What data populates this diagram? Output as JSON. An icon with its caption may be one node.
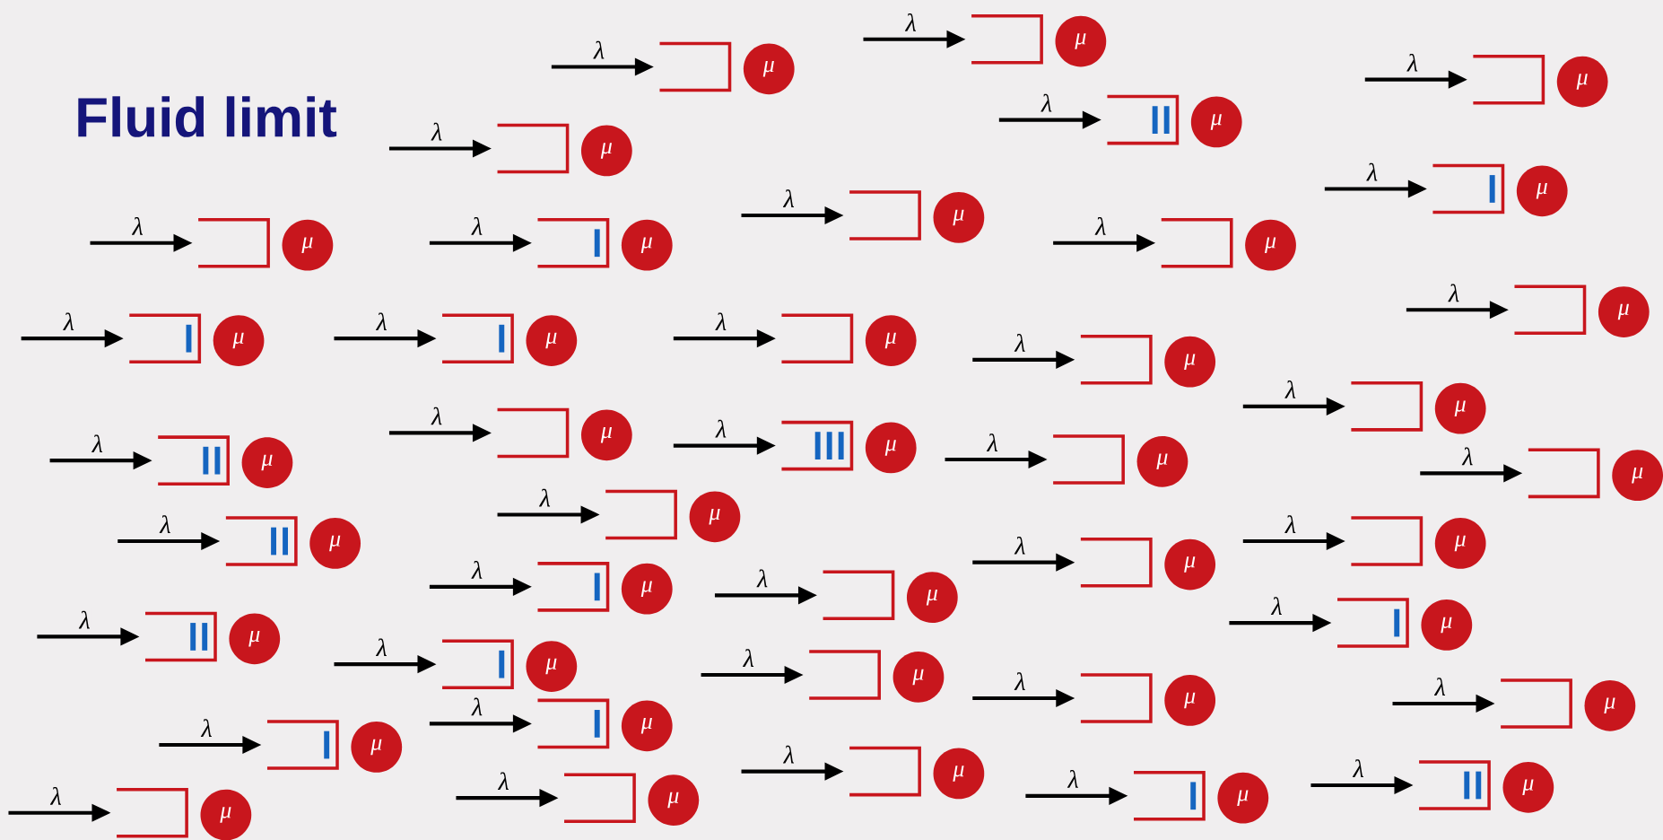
{
  "diagram": {
    "title": "Fluid limit",
    "nodes": [
      {
        "text": [],
        "shape": "box"
      },
      {
        "text": [
          "μ"
        ]
      },
      {
        "text": [],
        "shape": "box"
      },
      {
        "text": [
          "μ"
        ]
      },
      {
        "text": [],
        "shape": "box"
      },
      {
        "text": [
          "μ"
        ]
      },
      {
        "text": [],
        "shape": "box"
      },
      {
        "text": [],
        "shape": "bar",
        "in": 6
      },
      {
        "text": [],
        "shape": "bar",
        "in": 6
      },
      {
        "text": [
          "μ"
        ]
      },
      {
        "text": [],
        "shape": "box"
      },
      {
        "text": [
          "μ"
        ]
      },
      {
        "text": [],
        "shape": "box"
      },
      {
        "text": [],
        "shape": "bar",
        "in": 12
      },
      {
        "text": [
          "μ"
        ]
      },
      {
        "text": [],
        "shape": "box"
      },
      {
        "text": [
          "μ"
        ]
      },
      {
        "text": [],
        "shape": "box"
      },
      {
        "text": [
          "μ"
        ]
      },
      {
        "text": [],
        "shape": "box"
      },
      {
        "text": [],
        "shape": "bar",
        "in": 19
      },
      {
        "text": [
          "μ"
        ]
      },
      {
        "text": [],
        "shape": "box"
      },
      {
        "text": [
          "μ"
        ]
      },
      {
        "text": [],
        "shape": "box"
      },
      {
        "text": [
          "μ"
        ]
      },
      {
        "text": [],
        "shape": "box"
      },
      {
        "text": [],
        "shape": "bar",
        "in": 26
      },
      {
        "text": [
          "μ"
        ]
      },
      {
        "text": [],
        "shape": "box"
      },
      {
        "text": [],
        "shape": "bar",
        "in": 29
      },
      {
        "text": [
          "μ"
        ]
      },
      {
        "text": [],
        "shape": "box"
      },
      {
        "text": [
          "μ"
        ]
      },
      {
        "text": [],
        "shape": "box"
      },
      {
        "text": [
          "μ"
        ]
      },
      {
        "text": [],
        "shape": "box"
      },
      {
        "text": [
          "μ"
        ]
      },
      {
        "text": [],
        "shape": "box"
      },
      {
        "text": [
          "μ"
        ]
      },
      {
        "text": [],
        "shape": "box"
      },
      {
        "text": [],
        "shape": "bar",
        "in": 40
      },
      {
        "text": [],
        "shape": "bar",
        "in": 40
      },
      {
        "text": [],
        "shape": "bar",
        "in": 40
      },
      {
        "text": [
          "μ"
        ]
      },
      {
        "text": [],
        "shape": "box"
      },
      {
        "text": [
          "μ"
        ]
      },
      {
        "text": [],
        "shape": "box"
      },
      {
        "text": [],
        "shape": "bar",
        "in": 47
      },
      {
        "text": [],
        "shape": "bar",
        "in": 47
      },
      {
        "text": [
          "μ"
        ]
      },
      {
        "text": [],
        "shape": "box"
      },
      {
        "text": [
          "μ"
        ]
      },
      {
        "text": [],
        "shape": "box"
      },
      {
        "text": [
          "μ"
        ]
      },
      {
        "text": [],
        "shape": "box"
      },
      {
        "text": [],
        "shape": "bar",
        "in": 55
      },
      {
        "text": [],
        "shape": "bar",
        "in": 55
      },
      {
        "text": [
          "μ"
        ]
      },
      {
        "text": [],
        "shape": "box"
      },
      {
        "text": [
          "μ"
        ]
      },
      {
        "text": [],
        "shape": "box"
      },
      {
        "text": [
          "μ"
        ]
      },
      {
        "text": [],
        "shape": "box"
      },
      {
        "text": [],
        "shape": "bar",
        "in": 63
      },
      {
        "text": [
          "μ"
        ]
      },
      {
        "text": [],
        "shape": "box"
      },
      {
        "text": [
          "μ"
        ]
      },
      {
        "text": [],
        "shape": "box"
      },
      {
        "text": [],
        "shape": "bar",
        "in": 68
      },
      {
        "text": [
          "μ"
        ]
      },
      {
        "text": [],
        "shape": "box"
      },
      {
        "text": [],
        "shape": "bar",
        "in": 71
      },
      {
        "text": [],
        "shape": "bar",
        "in": 71
      },
      {
        "text": [
          "μ"
        ]
      },
      {
        "text": [],
        "shape": "box"
      },
      {
        "text": [],
        "shape": "bar",
        "in": 75
      },
      {
        "text": [
          "μ"
        ]
      },
      {
        "text": [],
        "shape": "box"
      },
      {
        "text": [
          "μ"
        ]
      },
      {
        "text": [],
        "shape": "box"
      },
      {
        "text": [
          "μ"
        ]
      },
      {
        "text": [],
        "shape": "box"
      },
      {
        "text": [
          "μ"
        ]
      },
      {
        "text": [],
        "shape": "box"
      },
      {
        "text": [],
        "shape": "bar",
        "in": 84
      },
      {
        "text": [
          "μ"
        ]
      },
      {
        "text": [],
        "shape": "box"
      },
      {
        "text": [],
        "shape": "bar",
        "in": 87
      },
      {
        "text": [
          "μ"
        ]
      },
      {
        "text": [],
        "shape": "box"
      },
      {
        "text": [
          "μ"
        ]
      },
      {
        "text": [],
        "shape": "box"
      },
      {
        "text": [],
        "shape": "bar",
        "in": 92
      },
      {
        "text": [],
        "shape": "bar",
        "in": 92
      },
      {
        "text": [
          "μ"
        ]
      },
      {
        "text": [],
        "shape": "box"
      },
      {
        "text": [],
        "shape": "bar",
        "in": 96
      },
      {
        "text": [
          "μ"
        ]
      },
      {
        "text": [],
        "shape": "box"
      },
      {
        "text": [
          "μ"
        ]
      },
      {
        "text": [],
        "shape": "box"
      },
      {
        "text": [
          "μ"
        ]
      }
    ],
    "edges": [
      {
        "from": null,
        "to": 0,
        "arrow": "to",
        "label": "λ"
      },
      {
        "from": null,
        "to": 2,
        "arrow": "to",
        "label": "λ"
      },
      {
        "from": null,
        "to": 4,
        "arrow": "to",
        "label": "λ"
      },
      {
        "from": null,
        "to": 6,
        "arrow": "to",
        "label": "λ"
      },
      {
        "from": null,
        "to": 10,
        "arrow": "to",
        "label": "λ"
      },
      {
        "from": null,
        "to": 12,
        "arrow": "to",
        "label": "λ"
      },
      {
        "from": null,
        "to": 15,
        "arrow": "to",
        "label": "λ"
      },
      {
        "from": null,
        "to": 17,
        "arrow": "to",
        "label": "λ"
      },
      {
        "from": null,
        "to": 19,
        "arrow": "to",
        "label": "λ"
      },
      {
        "from": null,
        "to": 22,
        "arrow": "to",
        "label": "λ"
      },
      {
        "from": null,
        "to": 24,
        "arrow": "to",
        "label": "λ"
      },
      {
        "from": null,
        "to": 26,
        "arrow": "to",
        "label": "λ"
      },
      {
        "from": null,
        "to": 29,
        "arrow": "to",
        "label": "λ"
      },
      {
        "from": null,
        "to": 32,
        "arrow": "to",
        "label": "λ"
      },
      {
        "from": null,
        "to": 34,
        "arrow": "to",
        "label": "λ"
      },
      {
        "from": null,
        "to": 36,
        "arrow": "to",
        "label": "λ"
      },
      {
        "from": null,
        "to": 38,
        "arrow": "to",
        "label": "λ"
      },
      {
        "from": null,
        "to": 40,
        "arrow": "to",
        "label": "λ"
      },
      {
        "from": null,
        "to": 45,
        "arrow": "to",
        "label": "λ"
      },
      {
        "from": null,
        "to": 47,
        "arrow": "to",
        "label": "λ"
      },
      {
        "from": null,
        "to": 51,
        "arrow": "to",
        "label": "λ"
      },
      {
        "from": null,
        "to": 53,
        "arrow": "to",
        "label": "λ"
      },
      {
        "from": null,
        "to": 55,
        "arrow": "to",
        "label": "λ"
      },
      {
        "from": null,
        "to": 59,
        "arrow": "to",
        "label": "λ"
      },
      {
        "from": null,
        "to": 61,
        "arrow": "to",
        "label": "λ"
      },
      {
        "from": null,
        "to": 63,
        "arrow": "to",
        "label": "λ"
      },
      {
        "from": null,
        "to": 66,
        "arrow": "to",
        "label": "λ"
      },
      {
        "from": null,
        "to": 68,
        "arrow": "to",
        "label": "λ"
      },
      {
        "from": null,
        "to": 71,
        "arrow": "to",
        "label": "λ"
      },
      {
        "from": null,
        "to": 75,
        "arrow": "to",
        "label": "λ"
      },
      {
        "from": null,
        "to": 78,
        "arrow": "to",
        "label": "λ"
      },
      {
        "from": null,
        "to": 80,
        "arrow": "to",
        "label": "λ"
      },
      {
        "from": null,
        "to": 82,
        "arrow": "to",
        "label": "λ"
      },
      {
        "from": null,
        "to": 84,
        "arrow": "to",
        "label": "λ"
      },
      {
        "from": null,
        "to": 87,
        "arrow": "to",
        "label": "λ"
      },
      {
        "from": null,
        "to": 90,
        "arrow": "to",
        "label": "λ"
      },
      {
        "from": null,
        "to": 92,
        "arrow": "to",
        "label": "λ"
      },
      {
        "from": null,
        "to": 96,
        "arrow": "to",
        "label": "λ"
      },
      {
        "from": null,
        "to": 99,
        "arrow": "to",
        "label": "λ"
      },
      {
        "from": null,
        "to": 101,
        "arrow": "to",
        "label": "λ"
      }
    ]
  }
}
